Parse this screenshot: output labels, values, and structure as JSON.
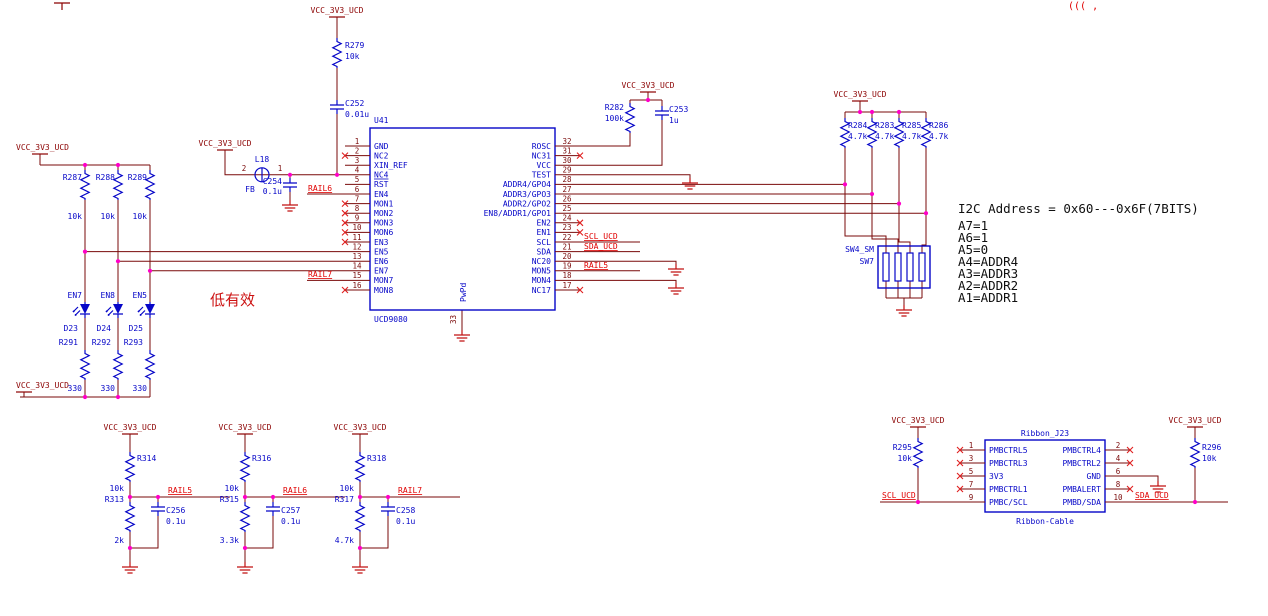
{
  "power_net": "VCC_3V3_UCD",
  "corner_fragment": "((( ,",
  "active_low_note": "低有效",
  "i2c_note": {
    "title": "I2C Address = 0x60---0x6F(7BITS)",
    "lines": [
      "A7=1",
      "A6=1",
      "A5=0",
      "A4=ADDR4",
      "A3=ADDR3",
      "A2=ADDR2",
      "A1=ADDR1"
    ]
  },
  "nets": {
    "rail5": "RAIL5",
    "rail6": "RAIL6",
    "rail7": "RAIL7",
    "scl": "SCL_UCD",
    "sda": "SDA_UCD",
    "en7": "EN7",
    "en8": "EN8",
    "en5": "EN5"
  },
  "chip": {
    "ref": "U41",
    "part": "UCD9080",
    "pwpd": "PwPd",
    "pad_pin": "33",
    "left_pins": [
      {
        "num": "1",
        "name": "GND"
      },
      {
        "num": "2",
        "name": "NC2"
      },
      {
        "num": "3",
        "name": "XIN_REF"
      },
      {
        "num": "4",
        "name": "NC4"
      },
      {
        "num": "5",
        "name": "RST"
      },
      {
        "num": "6",
        "name": "EN4"
      },
      {
        "num": "7",
        "name": "MON1"
      },
      {
        "num": "8",
        "name": "MON2"
      },
      {
        "num": "9",
        "name": "MON3"
      },
      {
        "num": "10",
        "name": "MON6"
      },
      {
        "num": "11",
        "name": "EN3"
      },
      {
        "num": "12",
        "name": "EN5"
      },
      {
        "num": "13",
        "name": "EN6"
      },
      {
        "num": "14",
        "name": "EN7"
      },
      {
        "num": "15",
        "name": "MON7"
      },
      {
        "num": "16",
        "name": "MON8"
      }
    ],
    "right_pins": [
      {
        "num": "32",
        "name": "ROSC"
      },
      {
        "num": "31",
        "name": "NC31"
      },
      {
        "num": "30",
        "name": "VCC"
      },
      {
        "num": "29",
        "name": "TEST"
      },
      {
        "num": "28",
        "name": "ADDR4/GPO4"
      },
      {
        "num": "27",
        "name": "ADDR3/GPO3"
      },
      {
        "num": "26",
        "name": "ADDR2/GPO2"
      },
      {
        "num": "25",
        "name": "EN8/ADDR1/GPO1"
      },
      {
        "num": "24",
        "name": "EN2"
      },
      {
        "num": "23",
        "name": "EN1"
      },
      {
        "num": "22",
        "name": "SCL"
      },
      {
        "num": "21",
        "name": "SDA"
      },
      {
        "num": "20",
        "name": "NC20"
      },
      {
        "num": "19",
        "name": "MON5"
      },
      {
        "num": "18",
        "name": "MON4"
      },
      {
        "num": "17",
        "name": "NC17"
      }
    ]
  },
  "components": {
    "r279": {
      "ref": "R279",
      "value": "10k"
    },
    "c252": {
      "ref": "C252",
      "value": "0.01u"
    },
    "l18": {
      "ref": "L18",
      "value": "FB",
      "pin1": "1",
      "pin2": "2"
    },
    "c254": {
      "ref": "C254",
      "value": "0.1u"
    },
    "r282": {
      "ref": "R282",
      "value": "100k"
    },
    "c253": {
      "ref": "C253",
      "value": "1u"
    },
    "r284": {
      "ref": "R284",
      "value": "4.7k"
    },
    "r283": {
      "ref": "R283",
      "value": "4.7k"
    },
    "r285": {
      "ref": "R285",
      "value": "4.7k"
    },
    "r286": {
      "ref": "R286",
      "value": "4.7k"
    },
    "sw": {
      "ref": "SW4_SM",
      "name": "SW7"
    },
    "r287": {
      "ref": "R287",
      "value": "10k"
    },
    "r288": {
      "ref": "R288",
      "value": "10k"
    },
    "r289": {
      "ref": "R289",
      "value": "10k"
    },
    "d23": {
      "ref": "D23"
    },
    "d24": {
      "ref": "D24"
    },
    "d25": {
      "ref": "D25"
    },
    "r291": {
      "ref": "R291",
      "value": "330"
    },
    "r292": {
      "ref": "R292",
      "value": "330"
    },
    "r293": {
      "ref": "R293",
      "value": "330"
    },
    "r314": {
      "ref": "R314",
      "value": "10k"
    },
    "r313": {
      "ref": "R313",
      "value": "2k"
    },
    "c256": {
      "ref": "C256",
      "value": "0.1u"
    },
    "r316": {
      "ref": "R316",
      "value": "10k"
    },
    "r315": {
      "ref": "R315",
      "value": "3.3k"
    },
    "c257": {
      "ref": "C257",
      "value": "0.1u"
    },
    "r318": {
      "ref": "R318",
      "value": "10k"
    },
    "r317": {
      "ref": "R317",
      "value": "4.7k"
    },
    "c258": {
      "ref": "C258",
      "value": "0.1u"
    },
    "r295": {
      "ref": "R295",
      "value": "10k"
    },
    "r296": {
      "ref": "R296",
      "value": "10k"
    }
  },
  "connector": {
    "ref": "Ribbon_J23",
    "label": "Ribbon-Cable",
    "left_pins": [
      {
        "num": "1",
        "name": "PMBCTRL5"
      },
      {
        "num": "3",
        "name": "PMBCTRL3"
      },
      {
        "num": "5",
        "name": "3V3"
      },
      {
        "num": "7",
        "name": "PMBCTRL1"
      },
      {
        "num": "9",
        "name": "PMBC/SCL"
      }
    ],
    "right_pins": [
      {
        "num": "2",
        "name": "PMBCTRL4"
      },
      {
        "num": "4",
        "name": "PMBCTRL2"
      },
      {
        "num": "6",
        "name": "GND"
      },
      {
        "num": "8",
        "name": "PMBALERT"
      },
      {
        "num": "10",
        "name": "PMBD/SDA"
      }
    ]
  }
}
